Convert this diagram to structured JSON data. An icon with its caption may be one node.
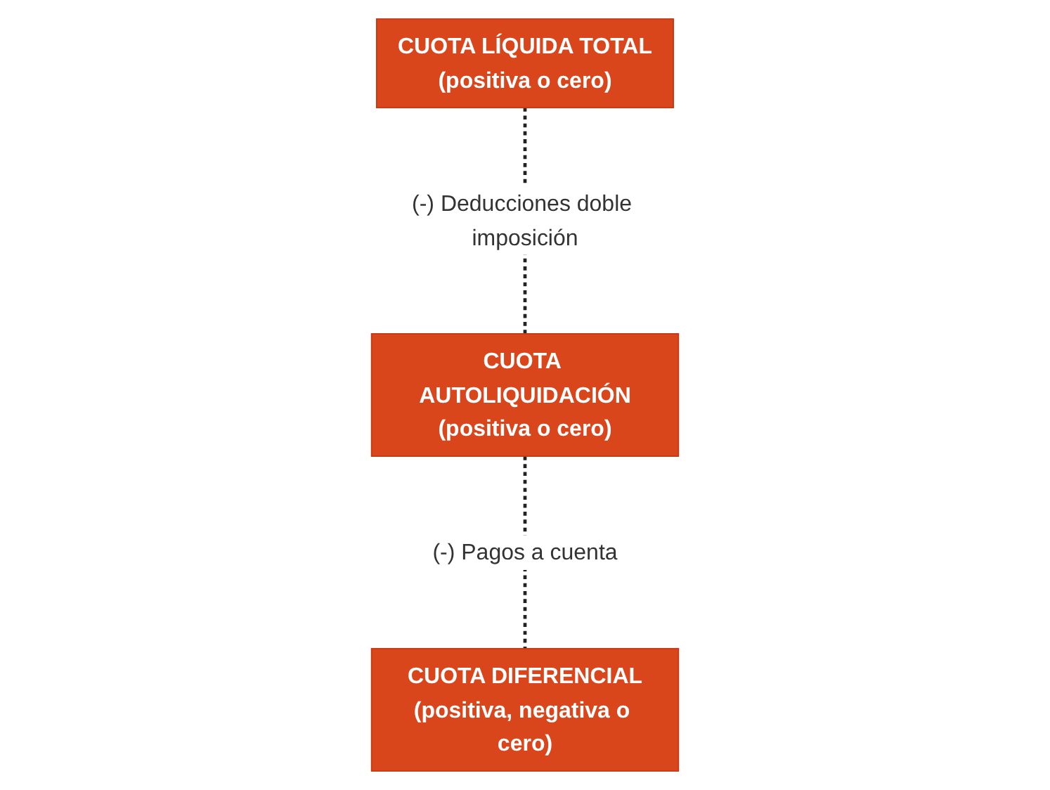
{
  "diagram": {
    "nodes": [
      {
        "text": [
          "CUOTA LÍQUIDA TOTAL",
          "(positiva o cero)"
        ]
      },
      {
        "text": [
          "CUOTA AUTOLIQUIDACIÓN",
          "(positiva o cero)"
        ]
      },
      {
        "text": [
          "CUOTA DIFERENCIAL",
          "(positiva, negativa o cero)"
        ]
      }
    ],
    "edges": [
      {
        "from": 0,
        "to": 1,
        "arrow": "none",
        "style": "dashed",
        "label": "(-) Deducciones doble imposición"
      },
      {
        "from": 1,
        "to": 2,
        "arrow": "none",
        "style": "dashed",
        "label": "(-) Pagos a cuenta"
      }
    ]
  }
}
